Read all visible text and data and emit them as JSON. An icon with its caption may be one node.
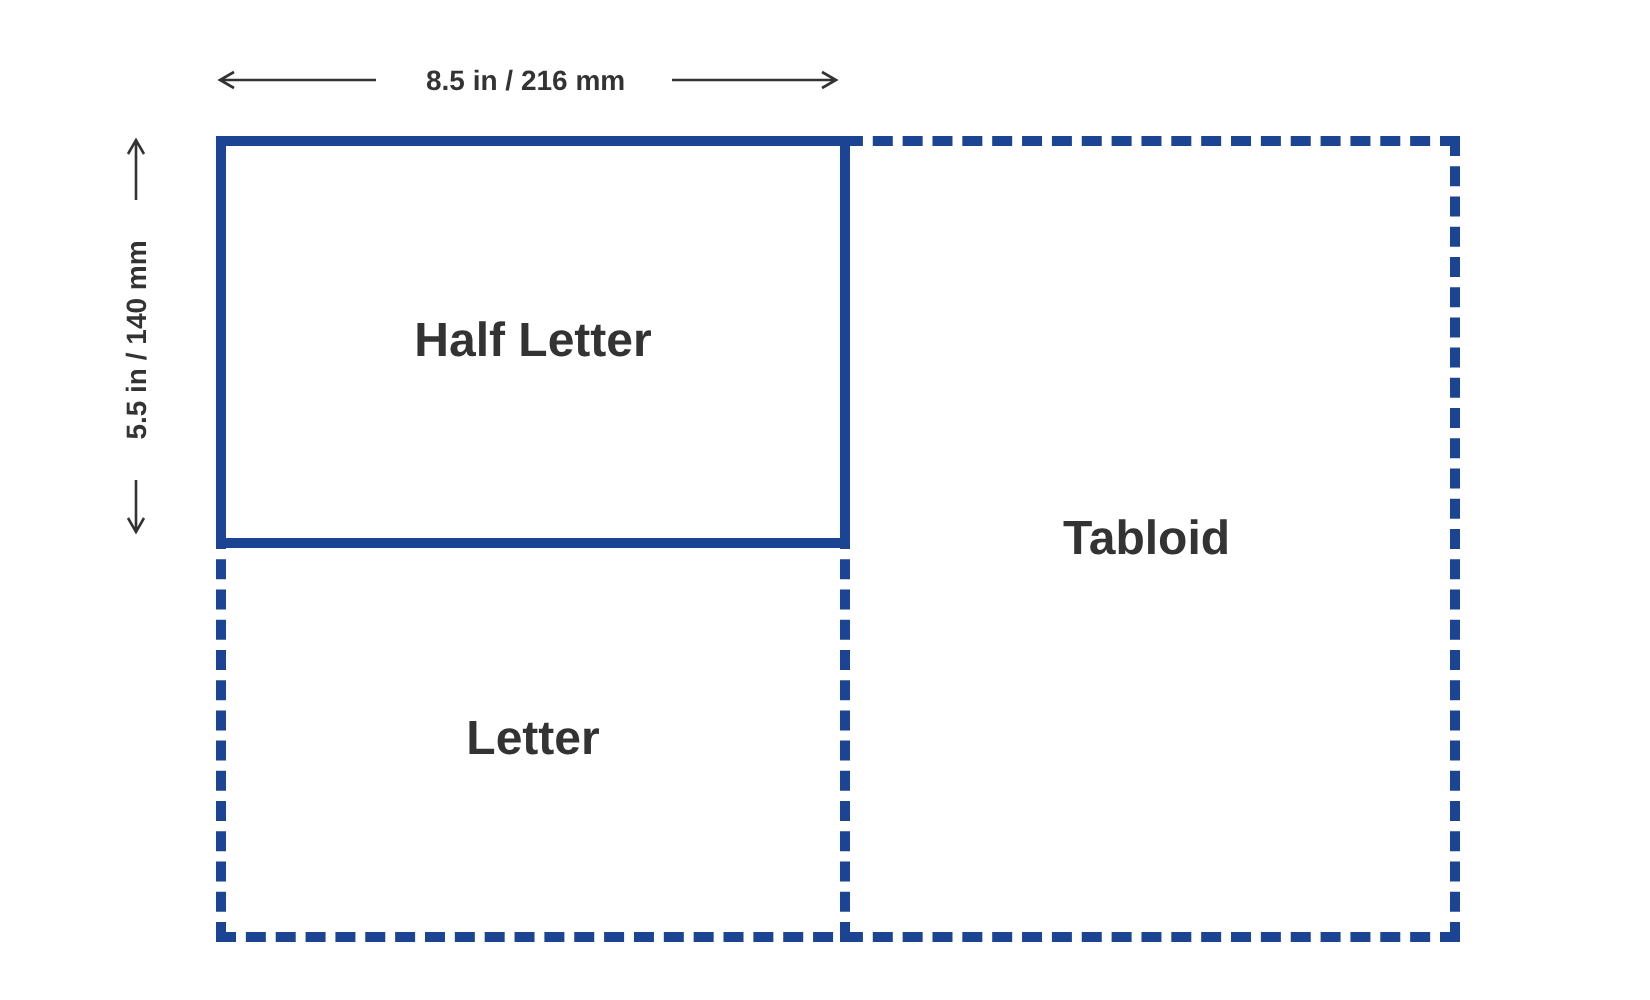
{
  "diagram": {
    "nodes": [
      {
        "text": [
          "Tabloid"
        ]
      },
      {
        "text": [
          "Letter"
        ],
        "in": 0
      },
      {
        "text": [
          "Half Letter"
        ],
        "in": 1
      }
    ],
    "labels": [
      "8.5 in / 216 mm",
      "5.5 in / 140 mm"
    ]
  }
}
